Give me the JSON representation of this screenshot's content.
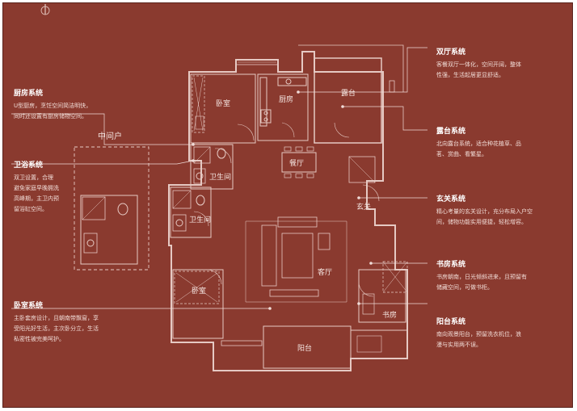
{
  "annotations": {
    "kitchen": {
      "title": "厨房系统",
      "desc": [
        "U型厨房，烹饪空间简洁明快，",
        "同时还设置有厨房储物空间。"
      ]
    },
    "bathroom": {
      "title": "卫浴系统",
      "desc": [
        "双卫设置，合理",
        "避免家庭早晚拥洗",
        "高峰期，主卫内预",
        "留浴缸空间。"
      ]
    },
    "bedroom": {
      "title": "卧室系统",
      "desc": [
        "主卧套房设计，且朝南带飘窗，享",
        "受阳光好生活，主次卧分立，生活",
        "私密性被完美呵护。"
      ]
    },
    "living": {
      "title": "双厅系统",
      "desc": [
        "客餐双厅一体化，空间开阔，整体",
        "性强，生活起居更显舒适。"
      ]
    },
    "terrace": {
      "title": "露台系统",
      "desc": [
        "北向露台系统，适合种花植草、品",
        "茗、赏曲、看繁星。"
      ]
    },
    "foyer": {
      "title": "玄关系统",
      "desc": [
        "精心考量的玄关设计，充分布局入户空",
        "间，储物功能实用便捷，轻松增容。"
      ]
    },
    "study": {
      "title": "书房系统",
      "desc": [
        "书房朝南，日光倾斜进来，且预留有",
        "储藏空间，可做书柜。"
      ]
    },
    "balcony": {
      "title": "阳台系统",
      "desc": [
        "南向观景阳台，预留洗衣机位，浪",
        "漫与实用两不误。"
      ]
    }
  },
  "rooms": {
    "bedroom_top": "卧室",
    "kitchen": "厨房",
    "terrace": "露台",
    "dining": "餐厅",
    "foyer": "玄关",
    "bath1": "卫生间",
    "bath2": "卫生间",
    "living": "客厅",
    "bedroom_bottom": "卧室",
    "study": "书房",
    "balcony": "阳台",
    "middle_unit": "中间户"
  }
}
